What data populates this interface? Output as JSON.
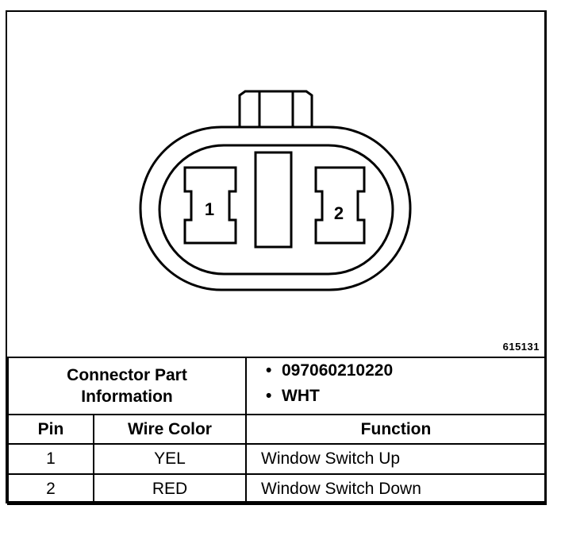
{
  "figure_id": "615131",
  "connector": {
    "pin_labels": [
      "1",
      "2"
    ]
  },
  "part_info": {
    "label_line1": "Connector Part",
    "label_line2": "Information",
    "values": [
      "097060210220",
      "WHT"
    ]
  },
  "table": {
    "headers": {
      "pin": "Pin",
      "wire_color": "Wire Color",
      "function": "Function"
    },
    "rows": [
      {
        "pin": "1",
        "wire_color": "YEL",
        "function": "Window Switch Up"
      },
      {
        "pin": "2",
        "wire_color": "RED",
        "function": "Window Switch Down"
      }
    ]
  }
}
